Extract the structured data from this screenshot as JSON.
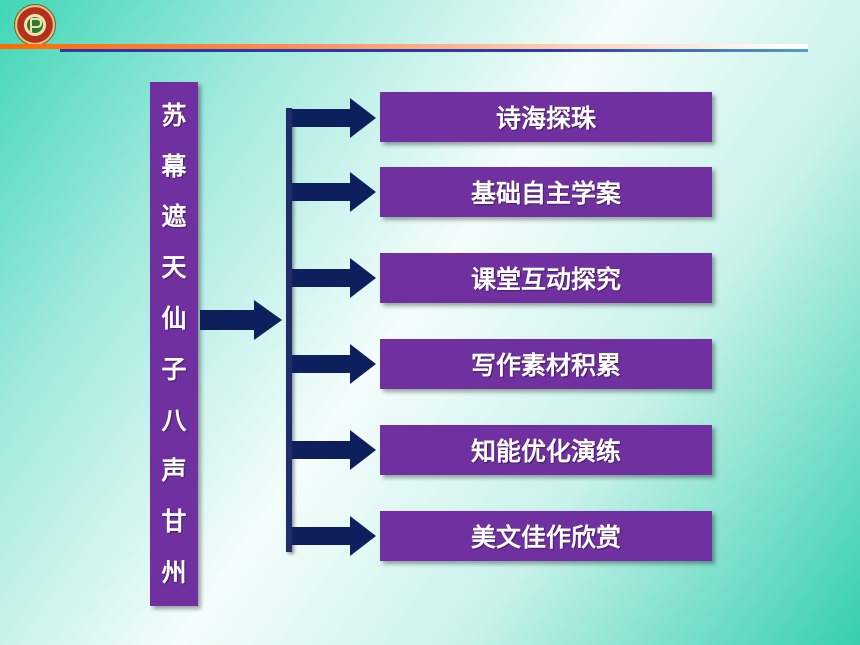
{
  "colors": {
    "box_fill": "#7030a0",
    "arrow_fill": "#0d1f5c",
    "header_red": "#ff6a00",
    "header_blue": "#2a3aa8"
  },
  "title": {
    "chars": [
      "苏",
      "幕",
      "遮",
      "天",
      "仙",
      "子",
      "八",
      "声",
      "甘",
      "州"
    ]
  },
  "branches": [
    {
      "label": "诗海探珠"
    },
    {
      "label": "基础自主学案"
    },
    {
      "label": "课堂互动探究"
    },
    {
      "label": "写作素材积累"
    },
    {
      "label": "知能优化演练"
    },
    {
      "label": "美文佳作欣赏"
    }
  ]
}
